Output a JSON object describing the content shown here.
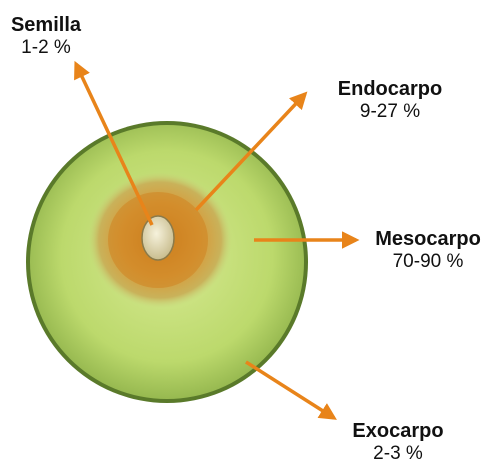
{
  "labels": {
    "semilla": {
      "name": "Semilla",
      "value": "1-2 %"
    },
    "endocarpo": {
      "name": "Endocarpo",
      "value": "9-27 %"
    },
    "mesocarpo": {
      "name": "Mesocarpo",
      "value": "70-90 %"
    },
    "exocarpo": {
      "name": "Exocarpo",
      "value": "2-3 %"
    }
  },
  "colors": {
    "arrow": "#e8841a",
    "exocarp_rim": "#5a7a2a",
    "mesocarp_outer": "#b9d86a",
    "mesocarp_inner": "#d7ea93",
    "endocarp": "#d48a1f",
    "seed": "#e9e2bf"
  }
}
